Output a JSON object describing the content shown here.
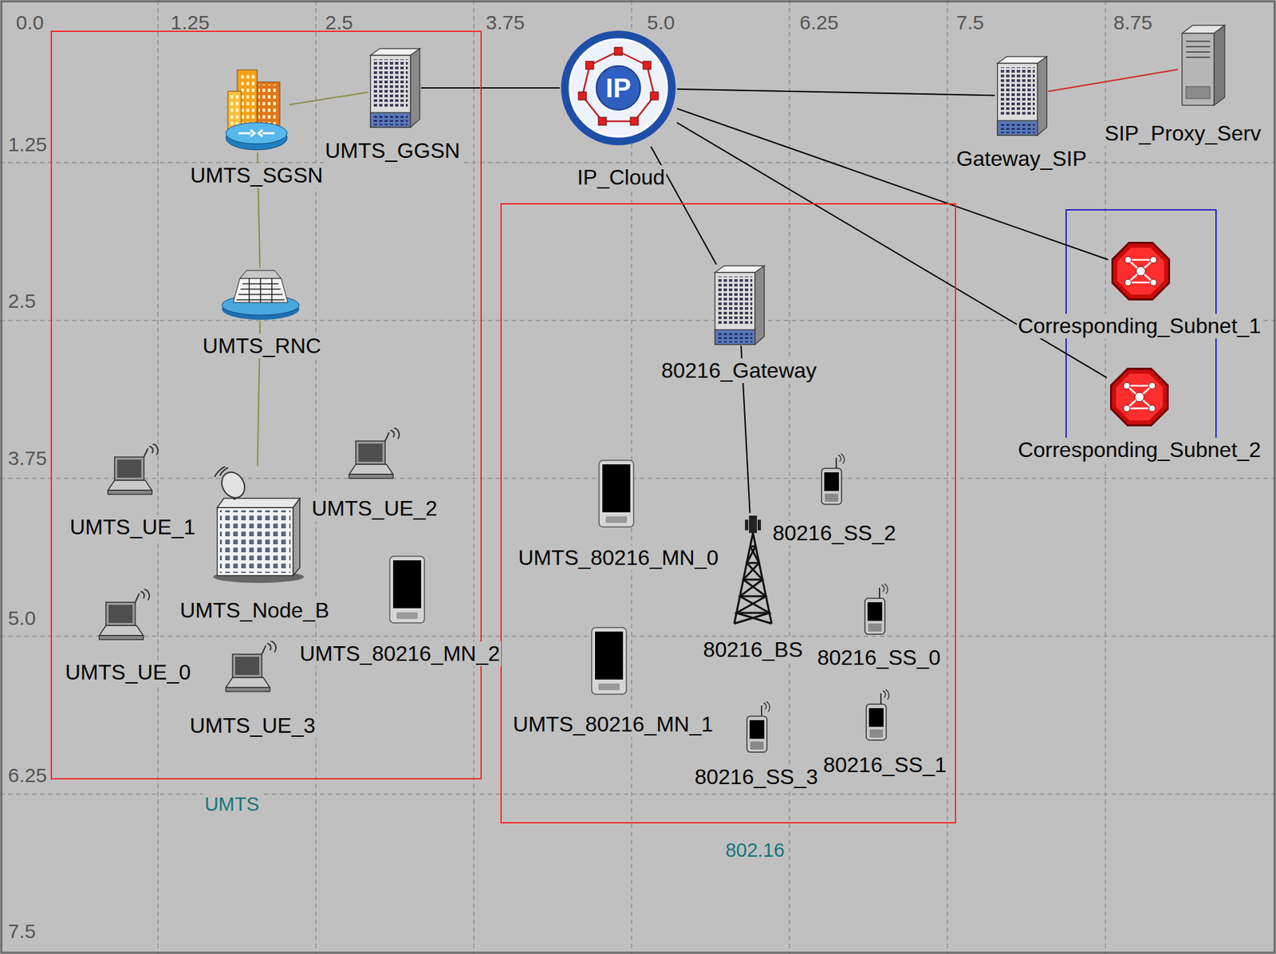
{
  "diagram": {
    "nodes": [
      {
        "text": [
          "UMTS"
        ]
      },
      {
        "text": [
          "UMTS_SGSN"
        ],
        "in": 0
      },
      {
        "text": [
          "UMTS_GGSN"
        ],
        "in": 0
      },
      {
        "text": [
          "UMTS_RNC"
        ],
        "in": 0
      },
      {
        "text": [
          "UMTS_UE_1"
        ],
        "in": 0
      },
      {
        "text": [
          "UMTS_Node_B"
        ],
        "in": 0
      },
      {
        "text": [
          "UMTS_UE_2"
        ],
        "in": 0
      },
      {
        "text": [
          "UMTS_80216_MN_2"
        ],
        "in": 0
      },
      {
        "text": [
          "UMTS_UE_0"
        ],
        "in": 0
      },
      {
        "text": [
          "UMTS_UE_3"
        ],
        "in": 0
      },
      {
        "text": [
          "IP",
          "IP_Cloud"
        ]
      },
      {
        "text": [
          "Gateway_SIP"
        ]
      },
      {
        "text": [
          "SIP_Proxy_Serv"
        ]
      },
      {
        "text": [
          "Corresponding_Subnet_1"
        ]
      },
      {
        "text": [
          "Corresponding_Subnet_2"
        ]
      },
      {
        "text": [
          "802.16"
        ]
      },
      {
        "text": [
          "80216_Gateway"
        ],
        "in": 15
      },
      {
        "text": [
          "UMTS_80216_MN_0"
        ],
        "in": 15
      },
      {
        "text": [
          "80216_SS_2"
        ],
        "in": 15
      },
      {
        "text": [
          "80216_BS"
        ],
        "in": 15
      },
      {
        "text": [
          "80216_SS_0"
        ],
        "in": 15
      },
      {
        "text": [
          "UMTS_80216_MN_1"
        ],
        "in": 15
      },
      {
        "text": [
          "80216_SS_3"
        ],
        "in": 15
      },
      {
        "text": [
          "80216_SS_1"
        ],
        "in": 15
      }
    ],
    "edges": [
      {
        "from": 1,
        "to": 2,
        "arrow": "none"
      },
      {
        "from": 2,
        "to": 10,
        "arrow": "none"
      },
      {
        "from": 1,
        "to": 3,
        "arrow": "none"
      },
      {
        "from": 3,
        "to": 5,
        "arrow": "none"
      },
      {
        "from": 10,
        "to": 11,
        "arrow": "none"
      },
      {
        "from": 11,
        "to": 12,
        "arrow": "none"
      },
      {
        "from": 10,
        "to": 13,
        "arrow": "none"
      },
      {
        "from": 10,
        "to": 14,
        "arrow": "none"
      },
      {
        "from": 10,
        "to": 16,
        "arrow": "none"
      },
      {
        "from": 16,
        "to": 19,
        "arrow": "none"
      }
    ],
    "labels": [
      "0.0",
      "1.25",
      "2.5",
      "3.75",
      "5.0",
      "6.25",
      "7.5",
      "8.75",
      "1.25",
      "2.5",
      "3.75",
      "5.0",
      "6.25",
      "7.5"
    ]
  }
}
